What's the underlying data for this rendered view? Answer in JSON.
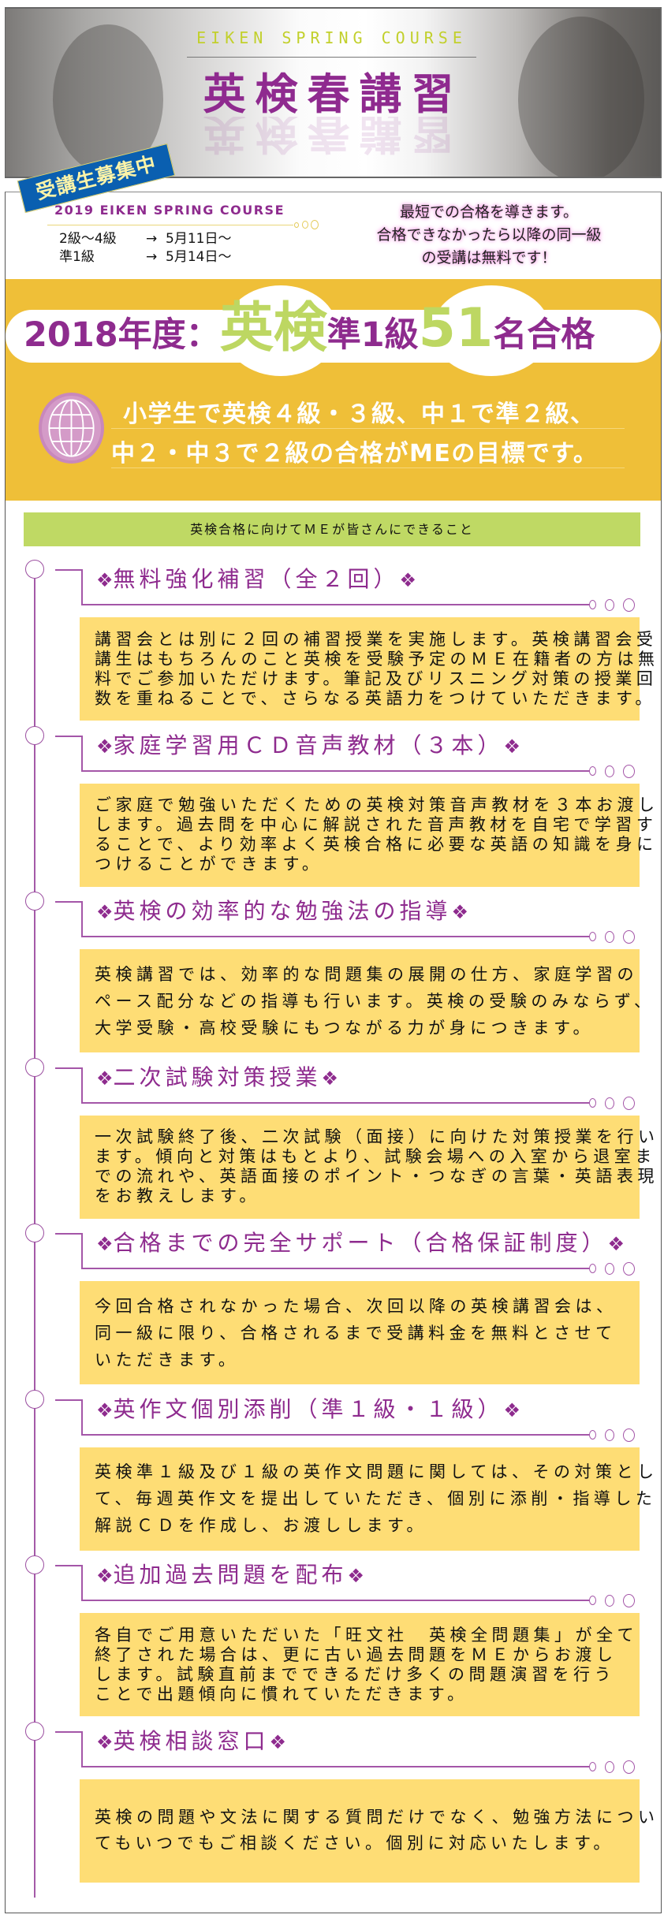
{
  "header": {
    "eng_title": "EIKEN SPRING COURSE",
    "jp_title": "英検春講習",
    "badge": "受講生募集中"
  },
  "course": {
    "title": "2019 EIKEN SPRING COURSE",
    "schedule": [
      {
        "grade": "2級～4級",
        "arrow": "→",
        "start": "5月11日～"
      },
      {
        "grade": "準1級",
        "arrow": "→",
        "start": "5月14日～"
      }
    ],
    "notice": [
      "最短での合格を導きます。",
      "合格できなかったら以降の同一級",
      "の受講は無料です！"
    ]
  },
  "headline": {
    "year": "2018年度：",
    "eiken": "英検",
    "grade": "準1級",
    "count": "51",
    "suffix": "名合格"
  },
  "goal": {
    "line1": "小学生で英検４級・３級、中１で準２級、",
    "line2": "中２・中３で２級の合格がMEの目標です。"
  },
  "green_bar": "英検合格に向けてＭＥが皆さんにできること",
  "diamond": "❖",
  "accent_colors": {
    "purple": "#8e2b8e",
    "green": "#bdd762",
    "yellow": "#efbf38",
    "box": "#fedd75"
  },
  "sections": [
    {
      "title": "無料強化補習（全２回）",
      "lh": 25,
      "body": [
        "講習会とは別に２回の補習授業を実施します。英検講習会受",
        "講生はもちろんのこと英検を受験予定のＭＥ在籍者の方は無",
        "料でご参加いただけます。筆記及びリスニング対策の授業回",
        "数を重ねることで、さらなる英語力をつけていただきます。"
      ]
    },
    {
      "title": "家庭学習用ＣＤ音声教材（３本）",
      "lh": 25,
      "body": [
        "ご家庭で勉強いただくための英検対策音声教材を３本お渡し",
        "します。過去問を中心に解説された音声教材を自宅で学習す",
        "ることで、より効率よく英検合格に必要な英語の知識を身に",
        "つけることができます。"
      ]
    },
    {
      "title": "英検の効率的な勉強法の指導",
      "lh": 34,
      "body": [
        "英検講習では、効率的な問題集の展開の仕方、家庭学習の",
        "ペース配分などの指導も行います。英検の受験のみならず、",
        "大学受験・高校受験にもつながる力が身につきます。"
      ]
    },
    {
      "title": "二次試験対策授業",
      "lh": 25,
      "body": [
        "一次試験終了後、二次試験（面接）に向けた対策授業を行い",
        "ます。傾向と対策はもとより、試験会場への入室から退室ま",
        "での流れや、英語面接のポイント・つなぎの言葉・英語表現",
        "をお教えします。"
      ]
    },
    {
      "title": "合格までの完全サポート（合格保証制度）",
      "lh": 34,
      "body": [
        "今回合格されなかった場合、次回以降の英検講習会は、",
        "同一級に限り、合格されるまで受講料金を無料とさせて",
        "いただきます。"
      ]
    },
    {
      "title": "英作文個別添削（準１級・１級）",
      "lh": 34,
      "body": [
        "英検準１級及び１級の英作文問題に関しては、その対策とし",
        "て、毎週英作文を提出していただき、個別に添削・指導した",
        "解説ＣＤを作成し、お渡しします。"
      ]
    },
    {
      "title": "追加過去問題を配布",
      "lh": 25,
      "body": [
        "各自でご用意いただいた「旺文社　英検全問題集」が全て",
        "終了された場合は、更に古い過去問題をＭＥからお渡し",
        "します。試験直前までできるだけ多くの問題演習を行う",
        "ことで出題傾向に慣れていただきます。"
      ]
    },
    {
      "title": "英検相談窓口",
      "lh": 33,
      "body": [
        "英検の問題や文法に関する質問だけでなく、勉強方法につい",
        "てもいつでもご相談ください。個別に対応いたします。"
      ]
    }
  ]
}
